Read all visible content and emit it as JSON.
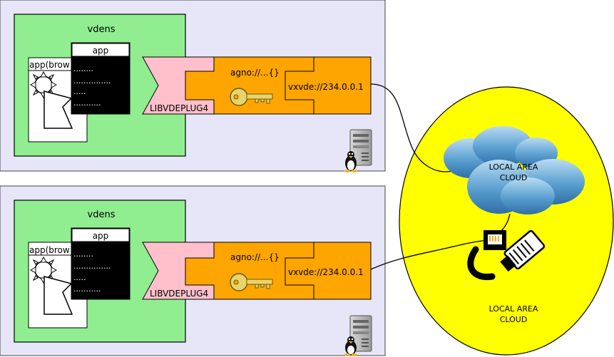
{
  "hosts": [
    {
      "vdens_label": "vdens",
      "app_window_title": "app",
      "browser_label": "app(brow",
      "terminal_lines": [
        "........",
        "...............",
        ".....",
        "..........."
      ],
      "plugin_label": "LIBVDEPLUG4",
      "agno_label": "agno://...{}",
      "vxvde_label": "vxvde://234.0.0.1"
    },
    {
      "vdens_label": "vdens",
      "app_window_title": "app",
      "browser_label": "app(brow",
      "terminal_lines": [
        "........",
        "...............",
        ".....",
        "..........."
      ],
      "plugin_label": "LIBVDEPLUG4",
      "agno_label": "agno://...{}",
      "vxvde_label": "vxvde://234.0.0.1"
    }
  ],
  "network": {
    "cloud_label_line1": "LOCAL AREA",
    "cloud_label_line2": "CLOUD",
    "lan_label_line1": "LOCAL AREA",
    "lan_label_line2": "CLOUD"
  },
  "colors": {
    "host_panel": "#e6e6f8",
    "vdens": "#90ee90",
    "plugin": "#ffc0cb",
    "agno": "#ffa500",
    "lan": "#ffff00",
    "cloud": "#4a90c8"
  }
}
